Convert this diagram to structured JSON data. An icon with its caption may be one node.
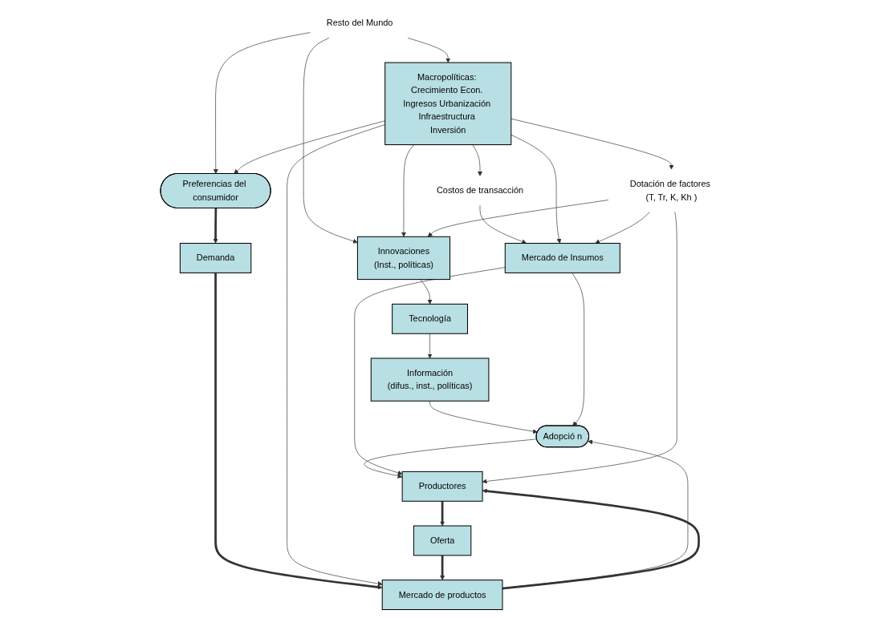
{
  "diagram": {
    "nodes": [
      {
        "text": [
          "Resto del Mundo"
        ]
      },
      {
        "text": [
          "Preferencias del consumidor"
        ]
      },
      {
        "text": [
          "Macropolíticas: Crecimiento Econ. Ingresos Urbanización Infraestructura Inversión"
        ]
      },
      {
        "text": [
          "Demanda"
        ]
      },
      {
        "text": [
          "Innovaciones",
          "(Inst., políticas)"
        ]
      },
      {
        "text": [
          "Mercado de productos"
        ]
      },
      {
        "text": [
          "Costos de transacción"
        ]
      },
      {
        "text": [
          "Tecnología"
        ]
      },
      {
        "text": [
          "Productores"
        ]
      },
      {
        "text": [
          "Oferta"
        ]
      },
      {
        "text": [
          "Información",
          "(difus., inst., políticas)"
        ]
      },
      {
        "text": [
          "Adopció n"
        ]
      },
      {
        "text": [
          "Mercado de Insumos"
        ]
      },
      {
        "text": [
          "Dotación de factores (T, Tr, K, Kh )"
        ]
      }
    ],
    "edges": [
      {
        "from": 0,
        "to": 2,
        "arrow": "to"
      },
      {
        "from": 0,
        "to": 1,
        "arrow": "to"
      },
      {
        "from": 0,
        "to": 4,
        "arrow": "to"
      },
      {
        "from": 2,
        "to": 4,
        "arrow": "to"
      },
      {
        "from": 2,
        "to": 1,
        "arrow": "to"
      },
      {
        "from": 1,
        "to": 3,
        "arrow": "to",
        "style": "thick"
      },
      {
        "from": 3,
        "to": 5,
        "arrow": "to",
        "style": "thick"
      },
      {
        "from": 2,
        "to": 5,
        "arrow": "to"
      },
      {
        "from": 2,
        "to": 6,
        "arrow": "to"
      },
      {
        "from": 6,
        "to": 12,
        "arrow": "to"
      },
      {
        "from": 2,
        "to": 12,
        "arrow": "to"
      },
      {
        "from": 2,
        "to": 13,
        "arrow": "to"
      },
      {
        "from": 13,
        "to": 4,
        "arrow": "to"
      },
      {
        "from": 4,
        "to": 7,
        "arrow": "to"
      },
      {
        "from": 7,
        "to": 10,
        "arrow": "to"
      },
      {
        "from": 10,
        "to": 11,
        "arrow": "to"
      },
      {
        "from": 5,
        "to": 11,
        "arrow": "to"
      },
      {
        "from": 11,
        "to": 8,
        "arrow": "to"
      },
      {
        "from": 5,
        "to": 8,
        "arrow": "to",
        "style": "thick"
      },
      {
        "from": 8,
        "to": 9,
        "arrow": "to",
        "style": "thick"
      },
      {
        "from": 9,
        "to": 5,
        "arrow": "to",
        "style": "thick"
      },
      {
        "from": 12,
        "to": 11,
        "arrow": "to"
      },
      {
        "from": 12,
        "to": 8,
        "arrow": "to"
      },
      {
        "from": 13,
        "to": 8,
        "arrow": "to"
      },
      {
        "from": 13,
        "to": 12,
        "arrow": "to"
      }
    ]
  }
}
